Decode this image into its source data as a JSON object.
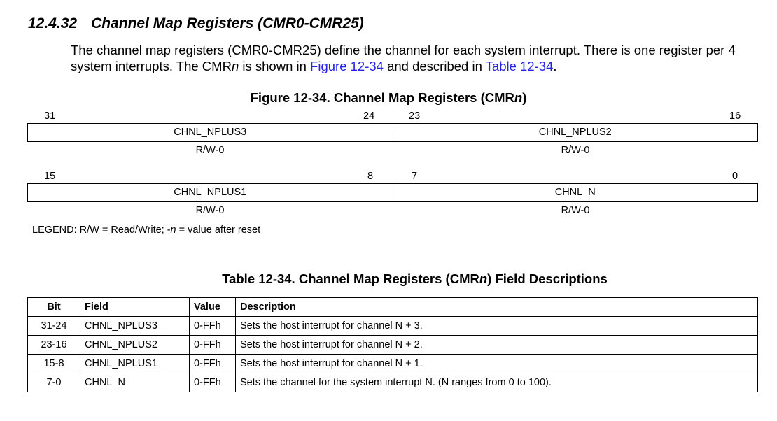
{
  "section": {
    "number": "12.4.32",
    "title": "Channel Map Registers (CMR0-CMR25)"
  },
  "paragraph": {
    "text1": "The channel map registers (CMR0-CMR25) define the channel for each system interrupt. There is one register per 4 system interrupts. The CMR",
    "italic_n": "n",
    "text2": " is shown in ",
    "link_figure": "Figure 12-34",
    "text3": " and described in ",
    "link_table": "Table 12-34",
    "text4": "."
  },
  "figure": {
    "title_pre": "Figure 12-34. Channel Map Registers (CMR",
    "title_n": "n",
    "title_post": ")",
    "upper": {
      "bits": [
        "31",
        "24",
        "23",
        "16"
      ],
      "fields": [
        "CHNL_NPLUS3",
        "CHNL_NPLUS2"
      ],
      "access": [
        "R/W-0",
        "R/W-0"
      ]
    },
    "lower": {
      "bits": [
        "15",
        "8",
        "7",
        "0"
      ],
      "fields": [
        "CHNL_NPLUS1",
        "CHNL_N"
      ],
      "access": [
        "R/W-0",
        "R/W-0"
      ]
    },
    "legend_pre": "LEGEND: R/W = Read/Write; -",
    "legend_n": "n",
    "legend_post": " = value after reset"
  },
  "table": {
    "title_pre": "Table 12-34. Channel Map Registers (CMR",
    "title_n": "n",
    "title_post": ") Field Descriptions",
    "headers": [
      "Bit",
      "Field",
      "Value",
      "Description"
    ],
    "rows": [
      [
        "31-24",
        "CHNL_NPLUS3",
        "0-FFh",
        "Sets the host interrupt for channel N + 3."
      ],
      [
        "23-16",
        "CHNL_NPLUS2",
        "0-FFh",
        "Sets the host interrupt for channel N + 2."
      ],
      [
        "15-8",
        "CHNL_NPLUS1",
        "0-FFh",
        "Sets the host interrupt for channel N + 1."
      ],
      [
        "7-0",
        "CHNL_N",
        "0-FFh",
        "Sets the channel for the system interrupt N. (N ranges from 0 to 100)."
      ]
    ]
  }
}
